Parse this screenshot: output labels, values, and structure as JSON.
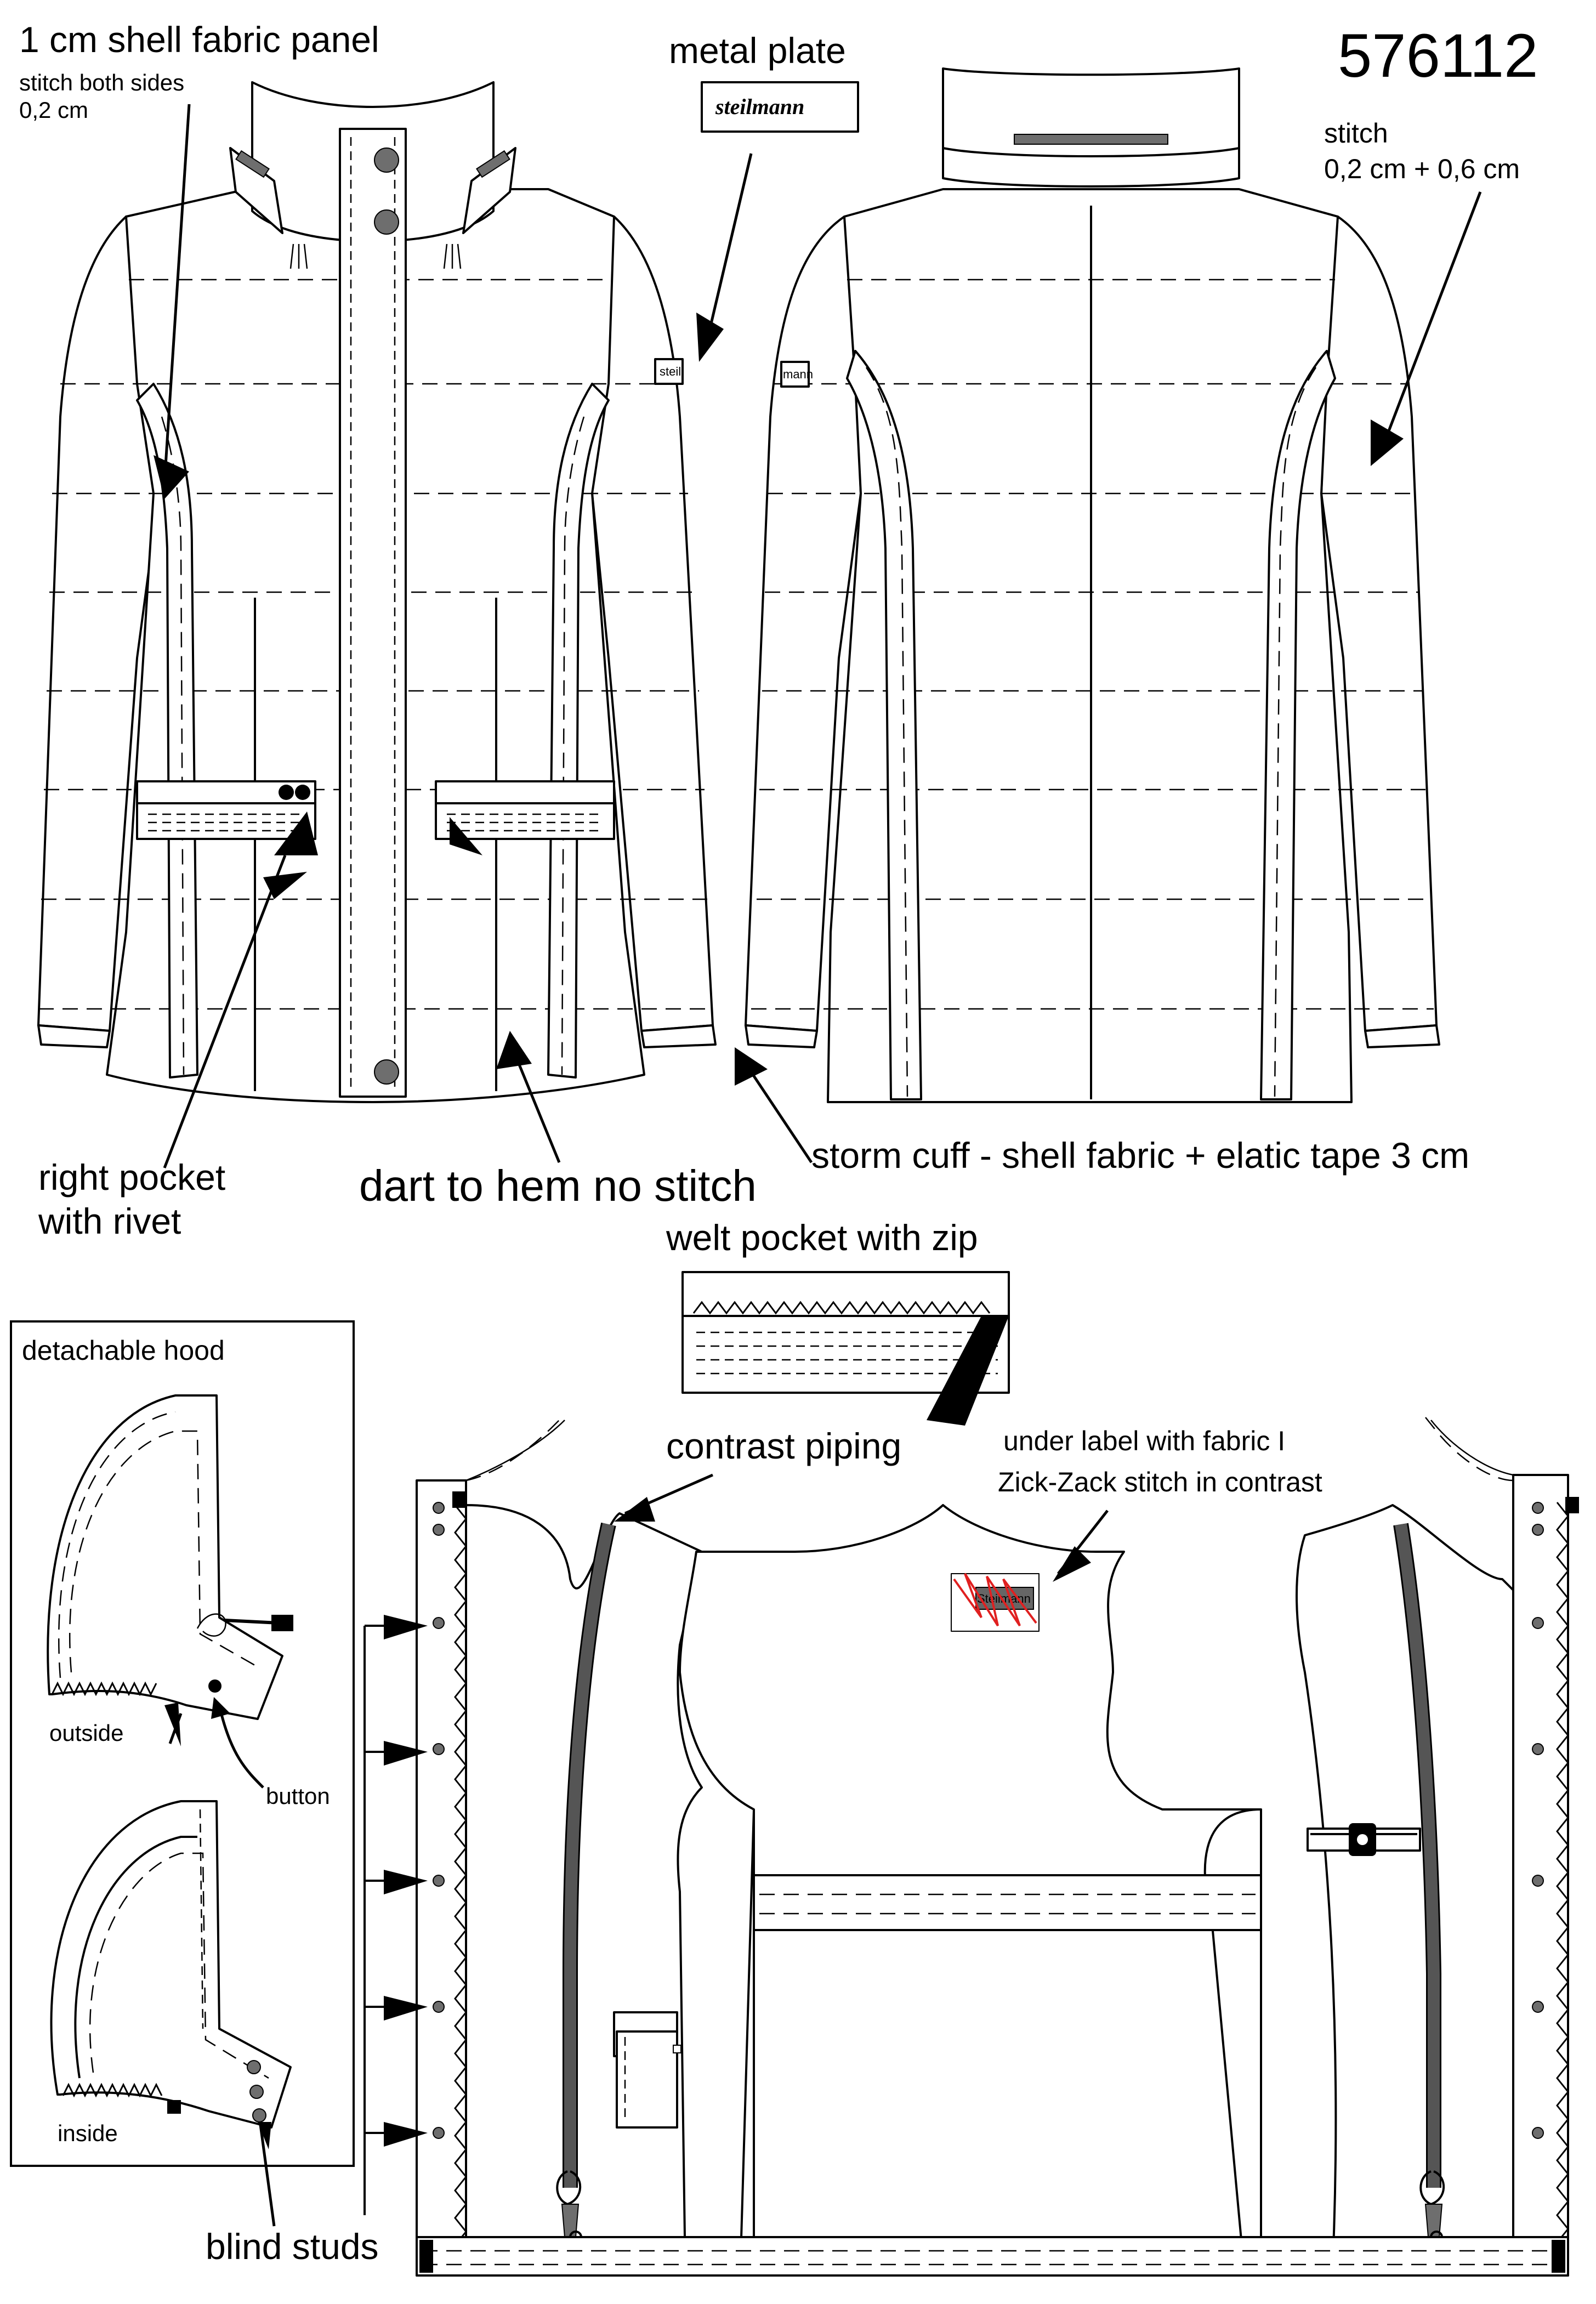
{
  "style_number": "576112",
  "labels": {
    "shell_panel": "1 cm shell fabric panel",
    "stitch_both_sides": "stitch both sides",
    "stitch_width": "0,2 cm",
    "metal_plate": "metal plate",
    "stitch": "stitch",
    "stitch_widths": "0,2 cm + 0,6 cm",
    "right_pocket_1": "right pocket",
    "right_pocket_2": "with rivet",
    "dart": "dart to hem no stitch",
    "storm_cuff": "storm cuff - shell fabric + elatic tape 3 cm",
    "welt_pocket": "welt pocket with zip",
    "detachable_hood": "detachable hood",
    "outside": "outside",
    "button": "button",
    "inside": "inside",
    "contrast_piping": "contrast piping",
    "under_label_1": "under label with fabric I",
    "under_label_2": "Zick-Zack stitch in contrast",
    "blind_studs": "blind studs"
  },
  "brand": {
    "plate_text": "steilmann",
    "sleeve_tab_text": "steil",
    "sleeve_tab_back_text": "mann",
    "inner_label_text": "Steilmann"
  },
  "colors": {
    "line": "#000000",
    "fill": "#ffffff",
    "grey": "#6e6e6e",
    "zigzag": "#e02020"
  }
}
